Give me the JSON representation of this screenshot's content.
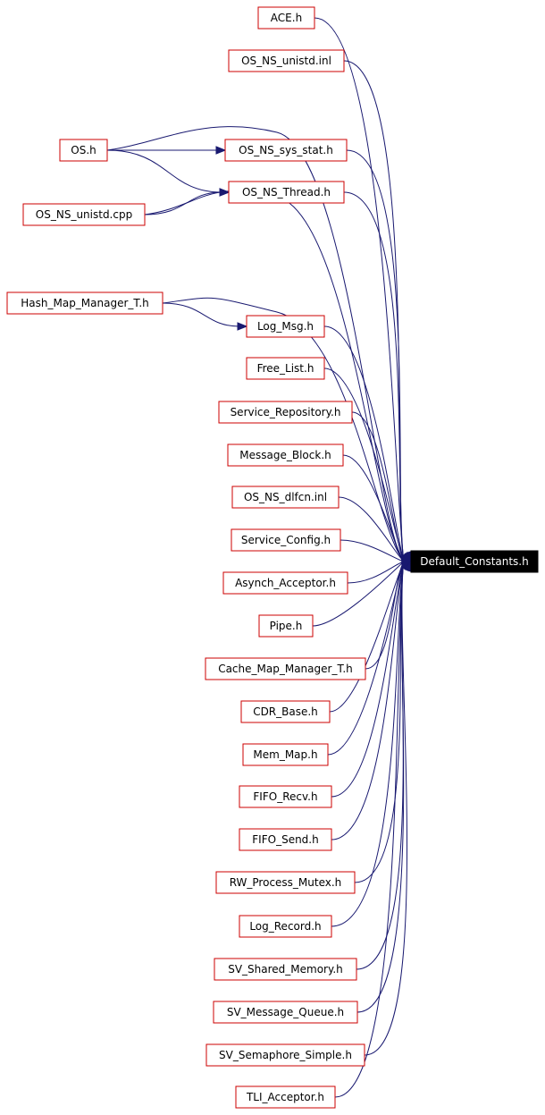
{
  "colors": {
    "node_border": "#cc0000",
    "edge": "#191970",
    "target_fill": "#000000",
    "target_text": "#ffffff"
  },
  "target": "Default_Constants.h",
  "nodes": [
    {
      "id": "ace",
      "label": "ACE.h"
    },
    {
      "id": "os_ns_unistd_inl",
      "label": "OS_NS_unistd.inl"
    },
    {
      "id": "os_h",
      "label": "OS.h"
    },
    {
      "id": "os_ns_sys_stat",
      "label": "OS_NS_sys_stat.h"
    },
    {
      "id": "os_ns_thread",
      "label": "OS_NS_Thread.h"
    },
    {
      "id": "os_ns_unistd_cpp",
      "label": "OS_NS_unistd.cpp"
    },
    {
      "id": "hash_map_manager",
      "label": "Hash_Map_Manager_T.h"
    },
    {
      "id": "log_msg",
      "label": "Log_Msg.h"
    },
    {
      "id": "free_list",
      "label": "Free_List.h"
    },
    {
      "id": "service_repository",
      "label": "Service_Repository.h"
    },
    {
      "id": "message_block",
      "label": "Message_Block.h"
    },
    {
      "id": "os_ns_dlfcn",
      "label": "OS_NS_dlfcn.inl"
    },
    {
      "id": "service_config",
      "label": "Service_Config.h"
    },
    {
      "id": "asynch_acceptor",
      "label": "Asynch_Acceptor.h"
    },
    {
      "id": "pipe",
      "label": "Pipe.h"
    },
    {
      "id": "cache_map_manager",
      "label": "Cache_Map_Manager_T.h"
    },
    {
      "id": "cdr_base",
      "label": "CDR_Base.h"
    },
    {
      "id": "mem_map",
      "label": "Mem_Map.h"
    },
    {
      "id": "fifo_recv",
      "label": "FIFO_Recv.h"
    },
    {
      "id": "fifo_send",
      "label": "FIFO_Send.h"
    },
    {
      "id": "rw_process_mutex",
      "label": "RW_Process_Mutex.h"
    },
    {
      "id": "log_record",
      "label": "Log_Record.h"
    },
    {
      "id": "sv_shared_memory",
      "label": "SV_Shared_Memory.h"
    },
    {
      "id": "sv_message_queue",
      "label": "SV_Message_Queue.h"
    },
    {
      "id": "sv_semaphore_simple",
      "label": "SV_Semaphore_Simple.h"
    },
    {
      "id": "tli_acceptor",
      "label": "TLI_Acceptor.h"
    }
  ],
  "edges": [
    {
      "from": "os_h",
      "to": "os_ns_sys_stat"
    },
    {
      "from": "os_h",
      "to": "os_ns_thread"
    },
    {
      "from": "os_h",
      "to": "Default_Constants.h"
    },
    {
      "from": "os_ns_unistd_cpp",
      "to": "os_ns_thread"
    },
    {
      "from": "os_ns_unistd_cpp",
      "to": "Default_Constants.h"
    },
    {
      "from": "hash_map_manager",
      "to": "log_msg"
    },
    {
      "from": "hash_map_manager",
      "to": "Default_Constants.h"
    },
    {
      "from": "ace",
      "to": "Default_Constants.h"
    },
    {
      "from": "os_ns_unistd_inl",
      "to": "Default_Constants.h"
    },
    {
      "from": "os_ns_sys_stat",
      "to": "Default_Constants.h"
    },
    {
      "from": "os_ns_thread",
      "to": "Default_Constants.h"
    },
    {
      "from": "log_msg",
      "to": "Default_Constants.h"
    },
    {
      "from": "free_list",
      "to": "Default_Constants.h"
    },
    {
      "from": "service_repository",
      "to": "Default_Constants.h"
    },
    {
      "from": "message_block",
      "to": "Default_Constants.h"
    },
    {
      "from": "os_ns_dlfcn",
      "to": "Default_Constants.h"
    },
    {
      "from": "service_config",
      "to": "Default_Constants.h"
    },
    {
      "from": "asynch_acceptor",
      "to": "Default_Constants.h"
    },
    {
      "from": "pipe",
      "to": "Default_Constants.h"
    },
    {
      "from": "cache_map_manager",
      "to": "Default_Constants.h"
    },
    {
      "from": "cdr_base",
      "to": "Default_Constants.h"
    },
    {
      "from": "mem_map",
      "to": "Default_Constants.h"
    },
    {
      "from": "fifo_recv",
      "to": "Default_Constants.h"
    },
    {
      "from": "fifo_send",
      "to": "Default_Constants.h"
    },
    {
      "from": "rw_process_mutex",
      "to": "Default_Constants.h"
    },
    {
      "from": "log_record",
      "to": "Default_Constants.h"
    },
    {
      "from": "sv_shared_memory",
      "to": "Default_Constants.h"
    },
    {
      "from": "sv_message_queue",
      "to": "Default_Constants.h"
    },
    {
      "from": "sv_semaphore_simple",
      "to": "Default_Constants.h"
    },
    {
      "from": "tli_acceptor",
      "to": "Default_Constants.h"
    }
  ]
}
